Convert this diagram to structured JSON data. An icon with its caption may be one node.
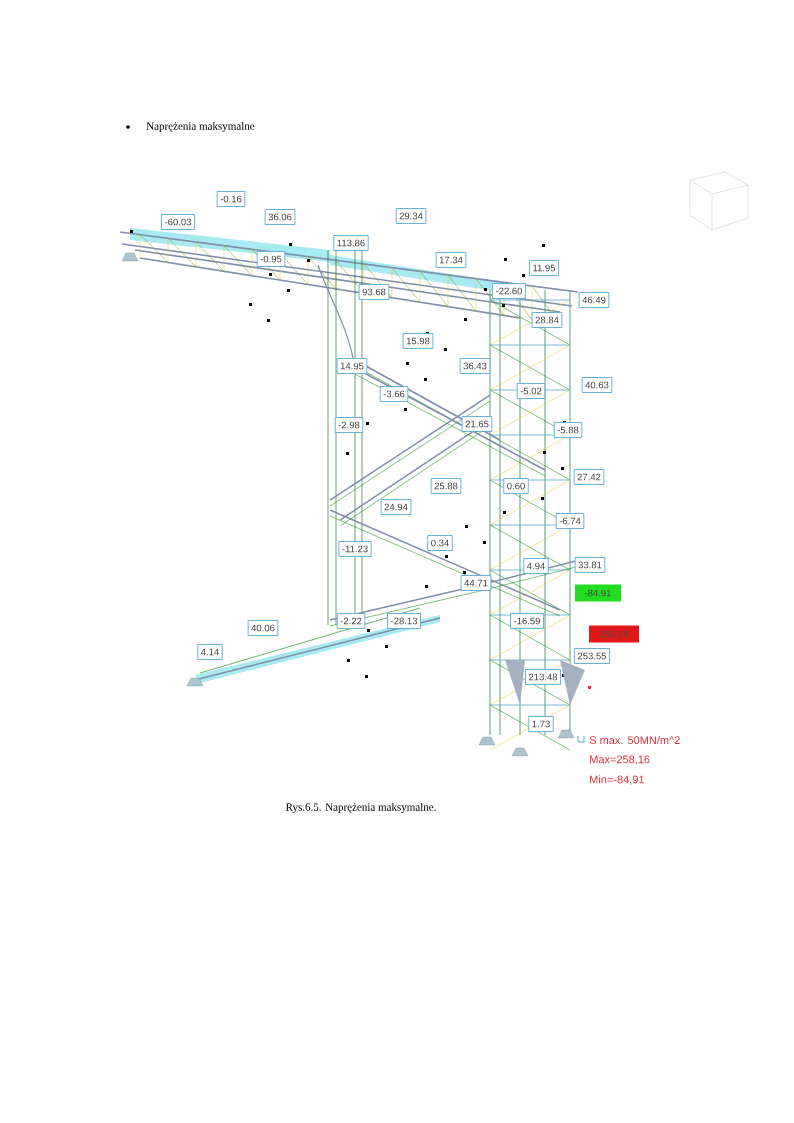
{
  "diagram": {
    "title": "Naprężenia maksymalne",
    "caption": "Rys.6.5. Naprężenia maksymalne.",
    "labels": [
      "-0.16",
      "-60.03",
      "36.06",
      "29.34",
      "113.86",
      "-0.95",
      "17.34",
      "11.95",
      "93.68",
      "-22.60",
      "46.49",
      "28.84",
      "15.98",
      "14.95",
      "36.43",
      "-3.66",
      "-5.02",
      "40.63",
      "-2.98",
      "21.65",
      "-5.88",
      "27.42",
      "25.88",
      "0.60",
      "24.94",
      "-6.74",
      "-11.23",
      "0.34",
      "4.94",
      "33.81",
      "44.71",
      "-84.91",
      "-2.22",
      "-28.13",
      "40.06",
      "-16.59",
      "258.16",
      "4.14",
      "253.55",
      "213.48",
      "1.73",
      "S max. 50MN/m^2",
      "Max=258,16",
      "Min=-84,91"
    ]
  }
}
